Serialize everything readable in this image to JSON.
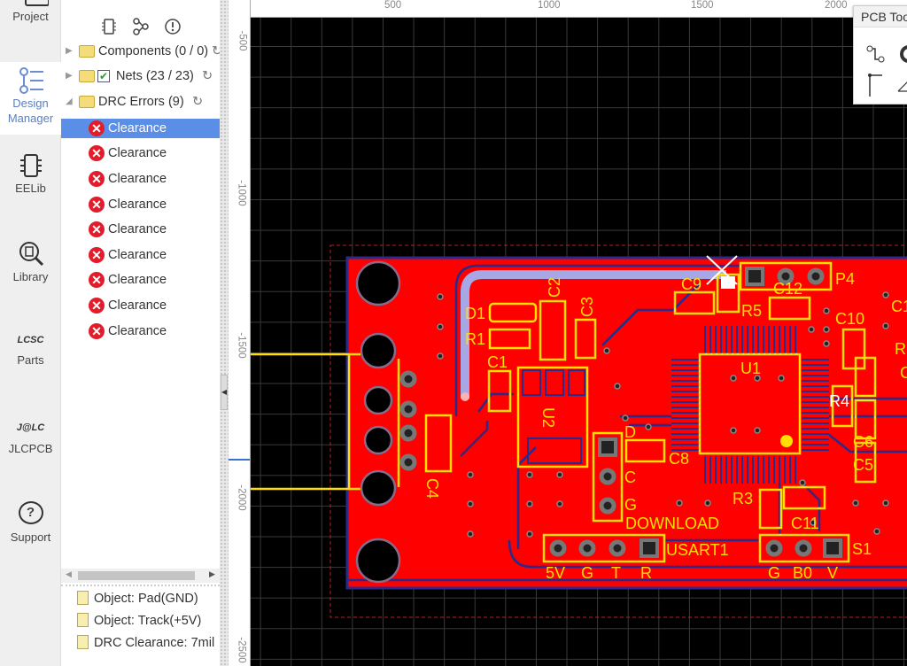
{
  "nav": {
    "items": [
      {
        "label": "Project",
        "icon": "project-icon"
      },
      {
        "label": "Design",
        "label2": "Manager",
        "icon": "design-manager-icon",
        "active": true
      },
      {
        "label": "EELib",
        "icon": "chip-icon"
      },
      {
        "label": "Library",
        "icon": "library-icon"
      },
      {
        "label": "Parts",
        "icon": "lcsc-icon",
        "logo": "LCSC"
      },
      {
        "label": "JLCPCB",
        "icon": "jlc-icon",
        "logo": "J@LC"
      },
      {
        "label": "Support",
        "icon": "support-icon",
        "glyph": "?"
      }
    ]
  },
  "panel": {
    "tree": [
      {
        "label": "Components (0 / 0)",
        "expanded": false
      },
      {
        "label": "Nets (23 / 23)",
        "expanded": false,
        "checked": true
      },
      {
        "label": "DRC Errors (9)",
        "expanded": true
      }
    ],
    "errors": [
      "Clearance",
      "Clearance",
      "Clearance",
      "Clearance",
      "Clearance",
      "Clearance",
      "Clearance",
      "Clearance",
      "Clearance"
    ],
    "selected_error": 0,
    "details": [
      "Object: Pad(GND)",
      "Object: Track(+5V)",
      "DRC Clearance: 7mil"
    ]
  },
  "rulers": {
    "horizontal": [
      "500",
      "1000",
      "1500",
      "2000"
    ],
    "vertical": [
      "-500",
      "-1000",
      "-1500",
      "-2000",
      "-2500"
    ]
  },
  "pcb_tools": {
    "title": "PCB Tools"
  },
  "silkscreen": {
    "D1": "D1",
    "R1": "R1",
    "C1": "C1",
    "C2": "C2",
    "C3": "C3",
    "U2": "U2",
    "C4": "C4",
    "C9": "C9",
    "R5": "R5",
    "C12": "C12",
    "P4": "P4",
    "C10": "C10",
    "C13": "C1",
    "U1": "U1",
    "R4": "R4",
    "C6": "C6",
    "C5": "C5",
    "C8": "C8",
    "R3": "R3",
    "C11": "C11",
    "D": "D",
    "C": "C",
    "G": "G",
    "DOWNLOAD": "DOWNLOAD",
    "USART1": "USART1",
    "S1": "S1",
    "u_5v": "5V",
    "u_g": "G",
    "u_t": "T",
    "u_r": "R",
    "s_g": "G",
    "s_b0": "B0",
    "s_v": "V",
    "edge_r": "R",
    "edge_c": "C"
  },
  "colors": {
    "board": "#ff0000",
    "silkscreen": "#ffde00",
    "track": "#2a2a8c",
    "selected_track": "#a7a7e6",
    "accent": "#5b8ee6",
    "error": "#e21c2a"
  }
}
